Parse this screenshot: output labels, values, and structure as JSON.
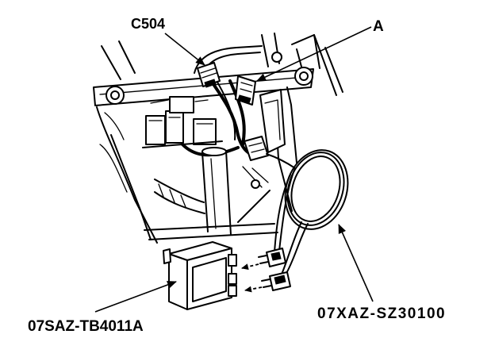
{
  "labels": {
    "connector": "C504",
    "part_a": "A",
    "module": "07SAZ-TB4011A",
    "cable": "07XAZ-SZ30100"
  },
  "colors": {
    "line": "#000000",
    "background": "#ffffff"
  }
}
